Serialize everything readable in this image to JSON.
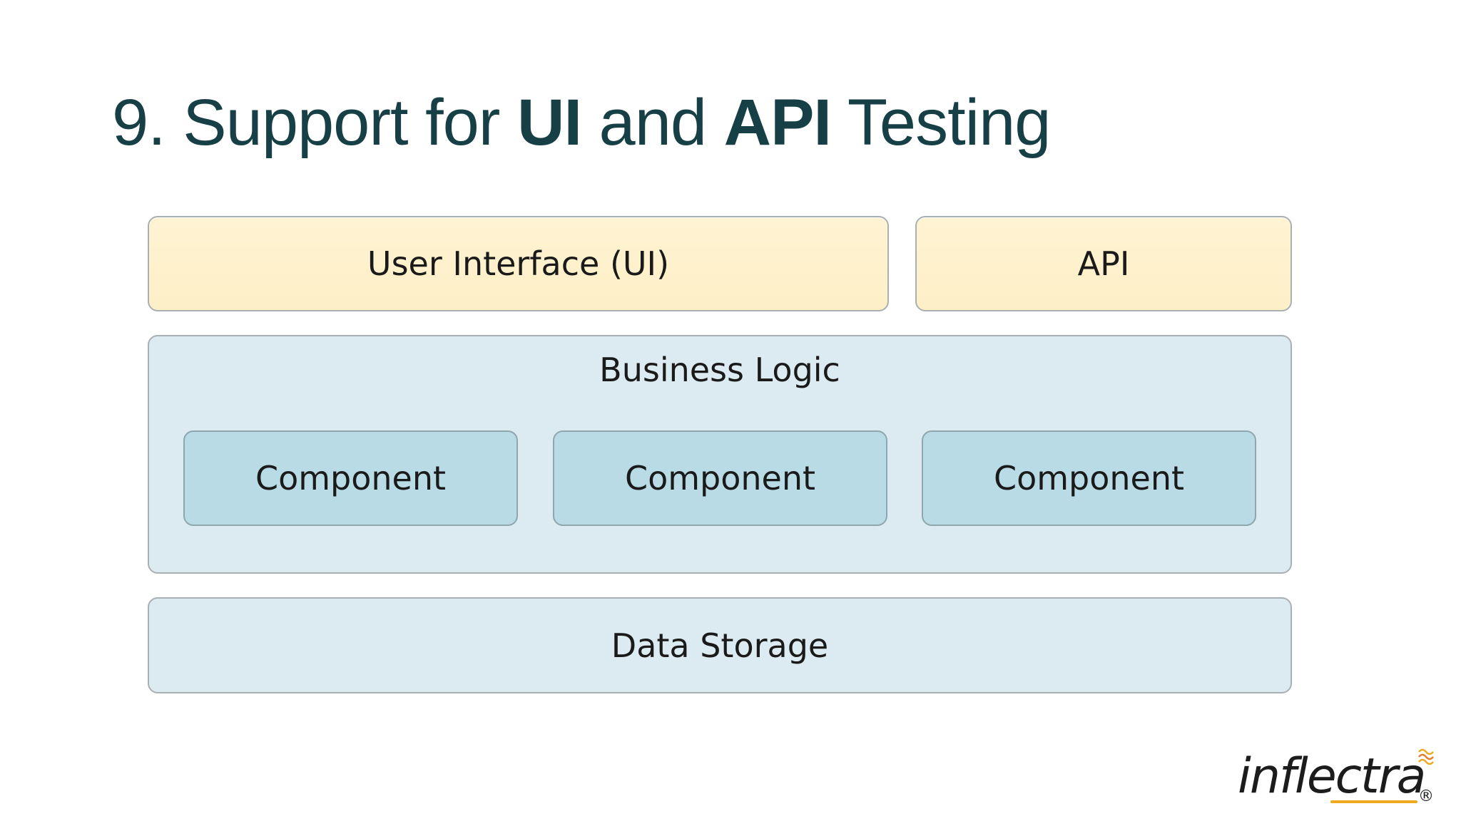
{
  "title": {
    "prefix": "9. Support for ",
    "bold_ui": "UI",
    "middle": " and ",
    "bold_api": "API",
    "suffix": " Testing"
  },
  "diagram": {
    "ui_layer": "User Interface (UI)",
    "api_layer": "API",
    "business_logic": {
      "label": "Business Logic",
      "components": [
        "Component",
        "Component",
        "Component"
      ]
    },
    "data_layer": "Data Storage"
  },
  "logo": {
    "text": "inflectra",
    "registered": "®",
    "accent_color": "#f0a81d"
  },
  "colors": {
    "title": "#173f46",
    "top_layer_fill": "#fdefc6",
    "pale_layer_fill": "#dcebf2",
    "component_fill": "#b9dbe6"
  }
}
